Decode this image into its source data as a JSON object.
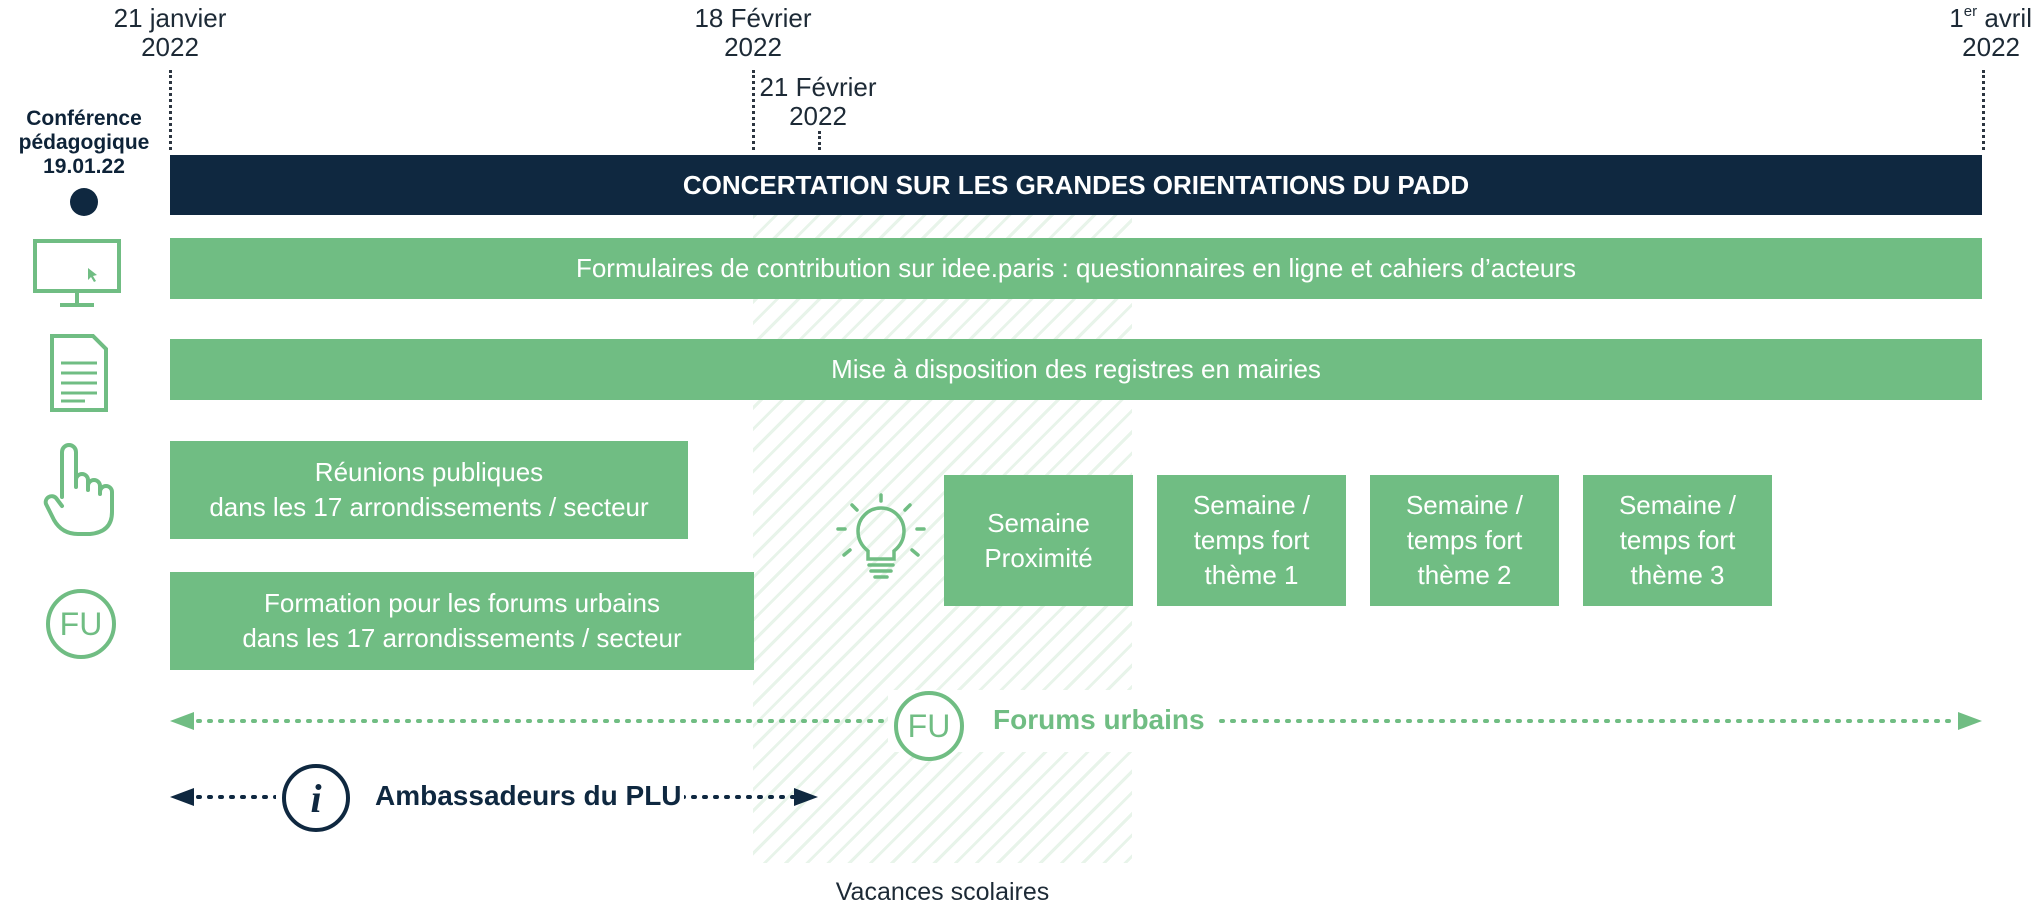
{
  "dates": {
    "d1": {
      "line1": "21 janvier",
      "line2": "2022"
    },
    "d2": {
      "line1": "18 Février",
      "line2": "2022"
    },
    "d3": {
      "line1": "21 Février",
      "line2": "2022"
    },
    "d4": {
      "line1_prefix": "1",
      "line1_sup": "er",
      "line1_suffix": " avril",
      "line2": "2022"
    }
  },
  "conference": {
    "line1": "Conférence",
    "line2": "pédagogique",
    "line3": "19.01.22"
  },
  "main_bar": {
    "label": "CONCERTATION SUR LES GRANDES ORIENTATIONS DU PADD"
  },
  "rows": {
    "formulaires": {
      "label": "Formulaires de contribution sur idee.paris : questionnaires en ligne et cahiers d’acteurs",
      "icon": "computer-icon"
    },
    "registres": {
      "label": "Mise à disposition des registres en mairies",
      "icon": "document-icon"
    },
    "reunions": {
      "line1": "Réunions publiques",
      "line2": "dans les 17 arrondissements / secteur",
      "icon": "hand-pointer-icon"
    },
    "formation": {
      "line1": "Formation pour les forums urbains",
      "line2": "dans les 17 arrondissements / secteur",
      "icon": "fu-badge-icon",
      "badge": "FU"
    }
  },
  "semaines": [
    {
      "line1": "Semaine",
      "line2": "Proximité",
      "line3": ""
    },
    {
      "line1": "Semaine /",
      "line2": "temps fort",
      "line3": "thème 1"
    },
    {
      "line1": "Semaine /",
      "line2": "temps fort",
      "line3": "thème 2"
    },
    {
      "line1": "Semaine /",
      "line2": "temps fort",
      "line3": "thème 3"
    }
  ],
  "forums": {
    "label": "Forums urbains",
    "badge": "FU"
  },
  "ambassadeurs": {
    "label": "Ambassadeurs du PLU",
    "badge": "i"
  },
  "vacances": {
    "label": "Vacances scolaires"
  },
  "colors": {
    "navy": "#0f2840",
    "green": "#70bd83",
    "hatch": "#e8f4ea"
  }
}
